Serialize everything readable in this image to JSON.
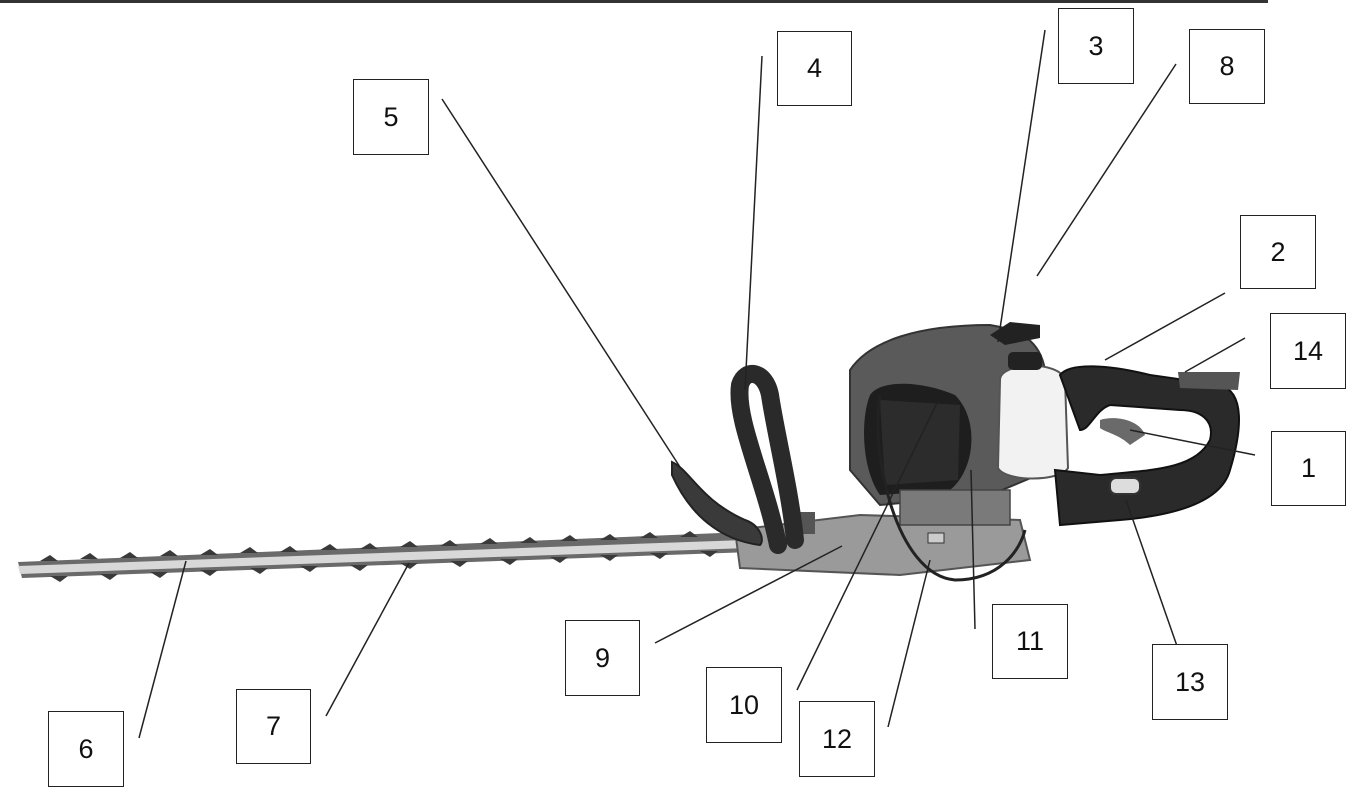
{
  "title": "",
  "callouts": [
    {
      "id": "1",
      "part": "1"
    },
    {
      "id": "2",
      "part": "2"
    },
    {
      "id": "3",
      "part": "3"
    },
    {
      "id": "4",
      "part": "4"
    },
    {
      "id": "5",
      "part": "5"
    },
    {
      "id": "6",
      "part": "6"
    },
    {
      "id": "7",
      "part": "7"
    },
    {
      "id": "8",
      "part": "8"
    },
    {
      "id": "9",
      "part": "9"
    },
    {
      "id": "10",
      "part": "10"
    },
    {
      "id": "11",
      "part": "11"
    },
    {
      "id": "12",
      "part": "12"
    },
    {
      "id": "13",
      "part": "13"
    },
    {
      "id": "14",
      "part": "14"
    }
  ]
}
